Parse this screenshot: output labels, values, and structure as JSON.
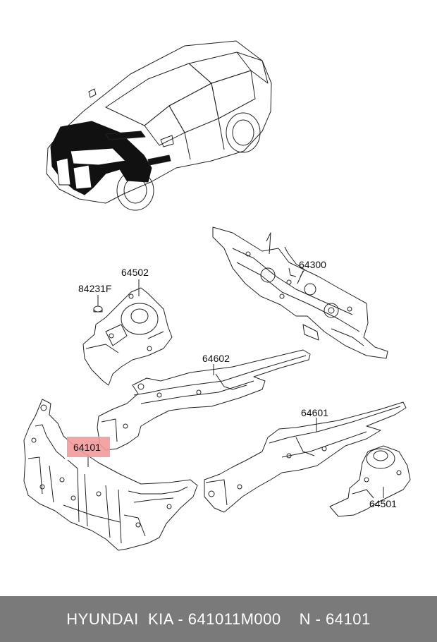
{
  "callouts": {
    "c64502": "64502",
    "c84231F": "84231F",
    "c64300": "64300",
    "c64602": "64602",
    "c64601": "64601",
    "c64101": "64101",
    "c64501": "64501"
  },
  "footer": {
    "brand": "HYUNDAI  KIA - 641011M000",
    "ref": "N - 64101"
  },
  "colors": {
    "highlight": "#f29a9a",
    "footer_bg": "#7a7a7a",
    "line": "#222222"
  }
}
